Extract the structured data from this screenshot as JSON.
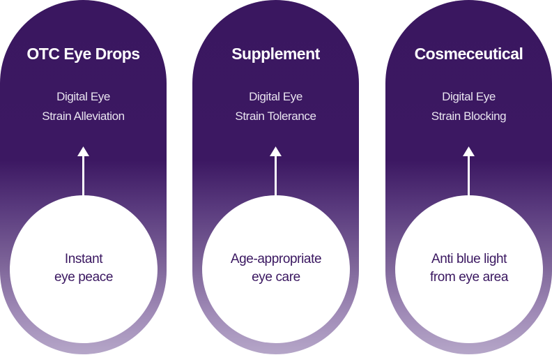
{
  "colors": {
    "capsule_top": "#3a1760",
    "capsule_bottom": "#b5a6c8",
    "title_text": "#ffffff",
    "circle_fill": "#ffffff",
    "circle_text": "#3a1760"
  },
  "columns": [
    {
      "title": "OTC Eye Drops",
      "subtitle_lines": [
        "Digital Eye",
        "Strain Alleviation"
      ],
      "arrow_icon": "arrow-up-icon",
      "circle_lines": [
        "Instant",
        "eye peace"
      ]
    },
    {
      "title": "Supplement",
      "subtitle_lines": [
        "Digital Eye",
        "Strain Tolerance"
      ],
      "arrow_icon": "arrow-up-icon",
      "circle_lines": [
        "Age-appropriate",
        "eye care"
      ]
    },
    {
      "title": "Cosmeceutical",
      "subtitle_lines": [
        "Digital Eye",
        "Strain Blocking"
      ],
      "arrow_icon": "arrow-up-icon",
      "circle_lines": [
        "Anti blue light",
        "from eye area"
      ]
    }
  ]
}
